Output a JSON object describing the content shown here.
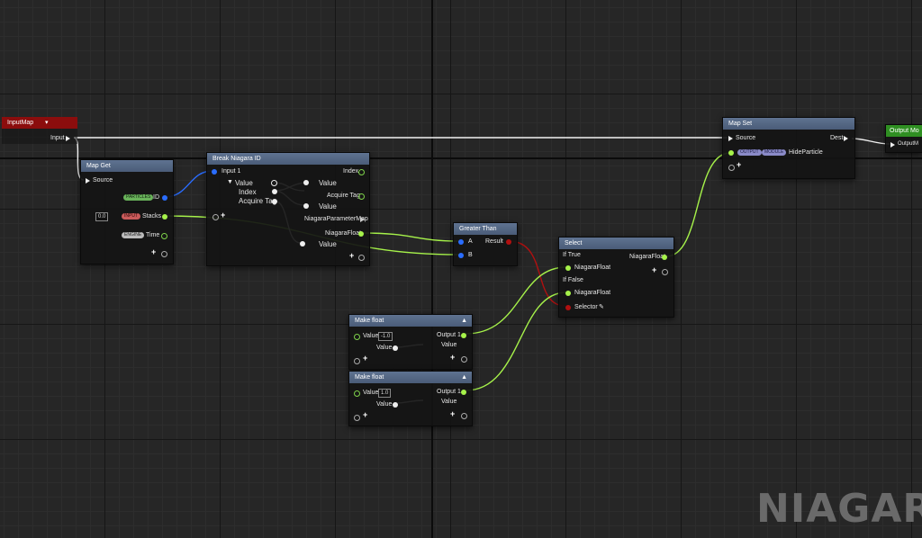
{
  "graph": {
    "watermark": "NIAGARA"
  },
  "input_map": {
    "title": "InputMap",
    "dropdown_icon": "caret-down-icon",
    "input_label": "Input"
  },
  "map_get": {
    "title": "Map Get",
    "source_label": "Source",
    "id_tag": "PARTICLES",
    "id_label": "ID",
    "stacks_default": "0.0",
    "stacks_tag": "INPUT",
    "stacks_label": "Stacks",
    "time_tag": "ENGINE",
    "time_label": "Time"
  },
  "break_id": {
    "title": "Break Niagara ID",
    "input_label": "Input 1",
    "value_label": "Value",
    "index_label": "Index",
    "acquire_tag_label": "Acquire Tag",
    "out_value_1": "Value",
    "out_acquire_tag": "Acquire Tag",
    "out_value_2": "Value",
    "out_index": "Index",
    "out_param_map": "NiagaraParameterMap",
    "out_niagara_float": "NiagaraFloat",
    "out_value_3": "Value"
  },
  "greater_than": {
    "title": "Greater Than",
    "a_label": "A",
    "b_label": "B",
    "result_label": "Result"
  },
  "select": {
    "title": "Select",
    "if_true": "If True",
    "if_false": "If False",
    "true_pin": "NiagaraFloat",
    "false_pin": "NiagaraFloat",
    "selector": "Selector",
    "out_label": "NiagaraFloat"
  },
  "make_float_1": {
    "title": "Make float",
    "value_label": "Value",
    "value": "-1.0",
    "inner_value": "Value",
    "output_label": "Output 1",
    "out_value": "Value"
  },
  "make_float_2": {
    "title": "Make float",
    "value_label": "Value",
    "value": "1.0",
    "inner_value": "Value",
    "output_label": "Output 1",
    "out_value": "Value"
  },
  "map_set": {
    "title": "Map Set",
    "source_label": "Source",
    "dest_label": "Dest",
    "output_tag": "OUTPUT",
    "module_tag": "MODULE",
    "param_name": "HideParticle"
  },
  "output_module": {
    "title": "Output Mo",
    "pin_label": "OutputM"
  },
  "colors": {
    "float_pin": "#a6f24a",
    "id_pin": "#2a6dff",
    "bool_pin": "#b11010",
    "header": "#5a6e8c",
    "input_map_header": "#8b0d0d",
    "output_header": "#2f8f22"
  }
}
